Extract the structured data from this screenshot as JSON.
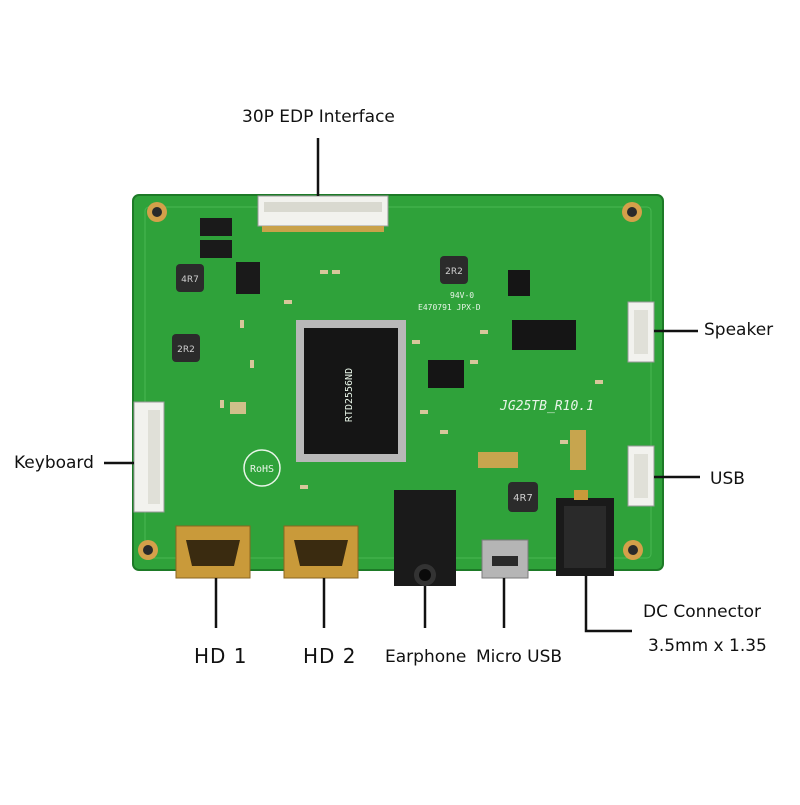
{
  "board": {
    "pcb_color": "#2fa23a",
    "board_id": "JG25TB_R10.1",
    "chip_text": "RTD2556ND",
    "rohs": "RoHS",
    "inductor_labels": [
      "4R7",
      "2R2",
      "2R2",
      "4R7"
    ],
    "silk_94v": "94V-0",
    "silk_cert": "E470791 JPX-D"
  },
  "callouts": {
    "edp": "30P EDP Interface",
    "speaker": "Speaker",
    "keyboard": "Keyboard",
    "usb": "USB",
    "hd1": "HD 1",
    "hd2": "HD 2",
    "earphone": "Earphone",
    "micro_usb": "Micro USB",
    "dc_title": "DC Connector",
    "dc_size": "3.5mm x 1.35"
  },
  "colors": {
    "label": "#111111",
    "leader": "#111111",
    "connector_white": "#f2f2ee",
    "hdmi_gold": "#c99a3a",
    "jack_black": "#1a1a1a"
  }
}
